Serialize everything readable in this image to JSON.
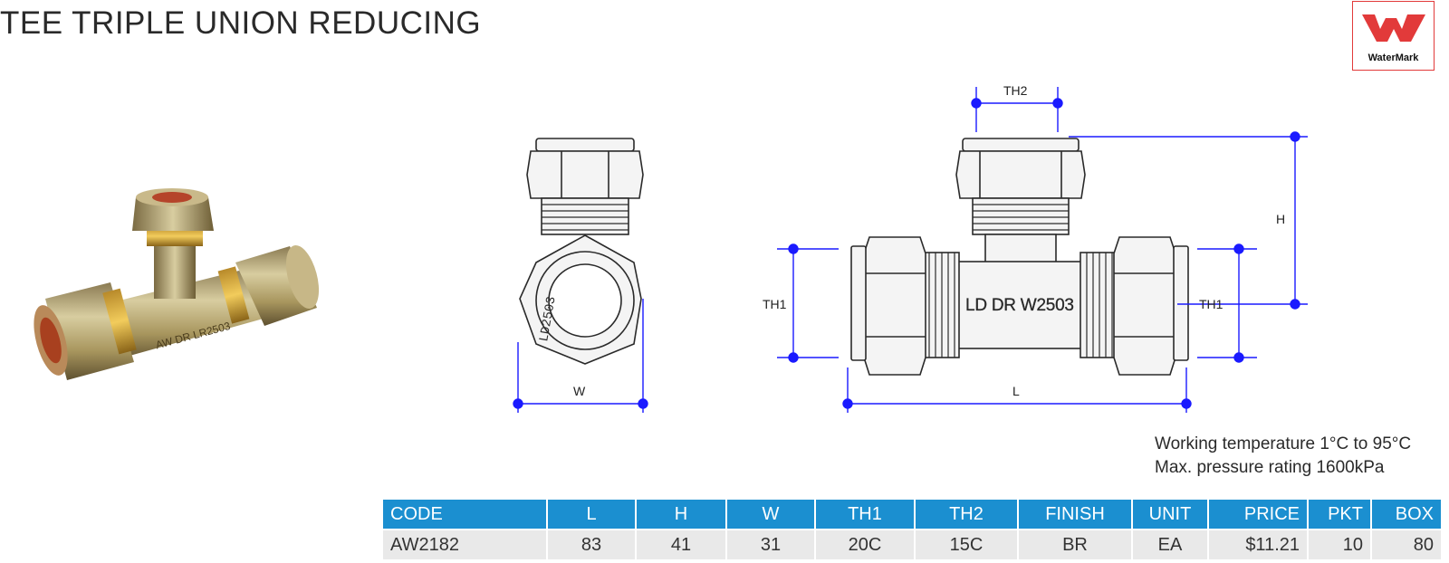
{
  "title": "TEE TRIPLE UNION REDUCING",
  "logo": {
    "text": "WaterMark",
    "color": "#e23a3a"
  },
  "photo": {
    "marking": "AW DR LR2503"
  },
  "drawing": {
    "side_marking": "LD2503",
    "front_marking": "LD DR W2503",
    "dims": {
      "w": "W",
      "l": "L",
      "h": "H",
      "th1_left": "TH1",
      "th1_right": "TH1",
      "th2": "TH2"
    },
    "dim_color": "#1a1aff"
  },
  "specs": {
    "line1": "Working temperature 1°C to 95°C",
    "line2": "Max. pressure rating 1600kPa"
  },
  "table": {
    "header_color": "#1b8fd0",
    "headers": [
      "CODE",
      "L",
      "H",
      "W",
      "TH1",
      "TH2",
      "FINISH",
      "UNIT",
      "PRICE",
      "PKT",
      "BOX"
    ],
    "rows": [
      [
        "AW2182",
        "83",
        "41",
        "31",
        "20C",
        "15C",
        "BR",
        "EA",
        "$11.21",
        "10",
        "80"
      ]
    ]
  }
}
